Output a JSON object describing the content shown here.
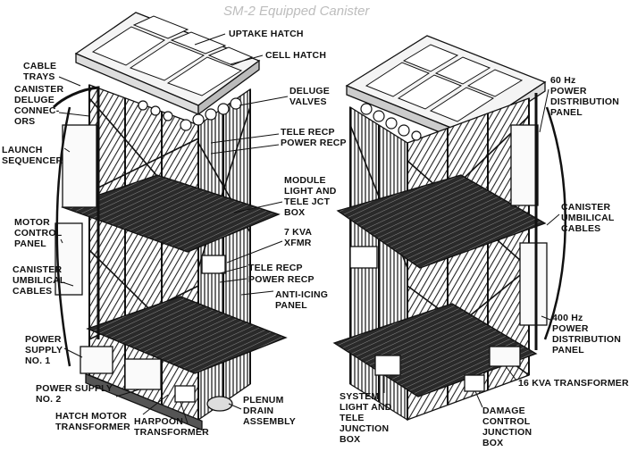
{
  "figure": {
    "ghost_title": "SM-2 Equipped Canister"
  },
  "callouts": {
    "uptake_hatch": "UPTAKE HATCH",
    "cell_hatch": "CELL HATCH",
    "cable_trays": "CABLE\nTRAYS",
    "canister_deluge_connectors": "CANISTER\nDELUGE\nCONNEC-\nORS",
    "deluge_valves": "DELUGE\nVALVES",
    "tele_recp_upper": "TELE RECP",
    "power_recp_upper": "POWER RECP",
    "launch_sequencer": "LAUNCH\nSEQUENCER",
    "module_light_tele_jct_box": "MODULE\nLIGHT AND\nTELE JCT\nBOX",
    "motor_control_panel": "MOTOR\nCONTROL\nPANEL",
    "kva7_xfmr": "7 KVA\nXFMR",
    "canister_umbilical_cables_left": "CANISTER\nUMBILICAL\nCABLES",
    "tele_recp_lower": "TELE RECP",
    "power_recp_lower": "POWER RECP",
    "anti_icing_panel": "ANTI-ICING\nPANEL",
    "power_supply_1": "POWER\nSUPPLY\nNO. 1",
    "power_supply_2": "POWER SUPPLY\nNO. 2",
    "hatch_motor_transformer": "HATCH MOTOR\nTRANSFORMER",
    "harpoon_transformer": "HARPOON\nTRANSFORMER",
    "plenum_drain_assembly": "PLENUM\nDRAIN\nASSEMBLY",
    "hz60_power_distribution_panel": "60 Hz\nPOWER\nDISTRIBUTION\nPANEL",
    "canister_umbilical_cables_right": "CANISTER\nUMBILICAL\nCABLES",
    "hz400_power_distribution_panel": "400 Hz\nPOWER\nDISTRIBUTION\nPANEL",
    "kva16_transformer": "16 KVA TRANSFORMER",
    "system_light_tele_junction_box": "SYSTEM\nLIGHT AND\nTELE\nJUNCTION\nBOX",
    "damage_control_junction_box": "DAMAGE\nCONTROL\nJUNCTION\nBOX"
  }
}
